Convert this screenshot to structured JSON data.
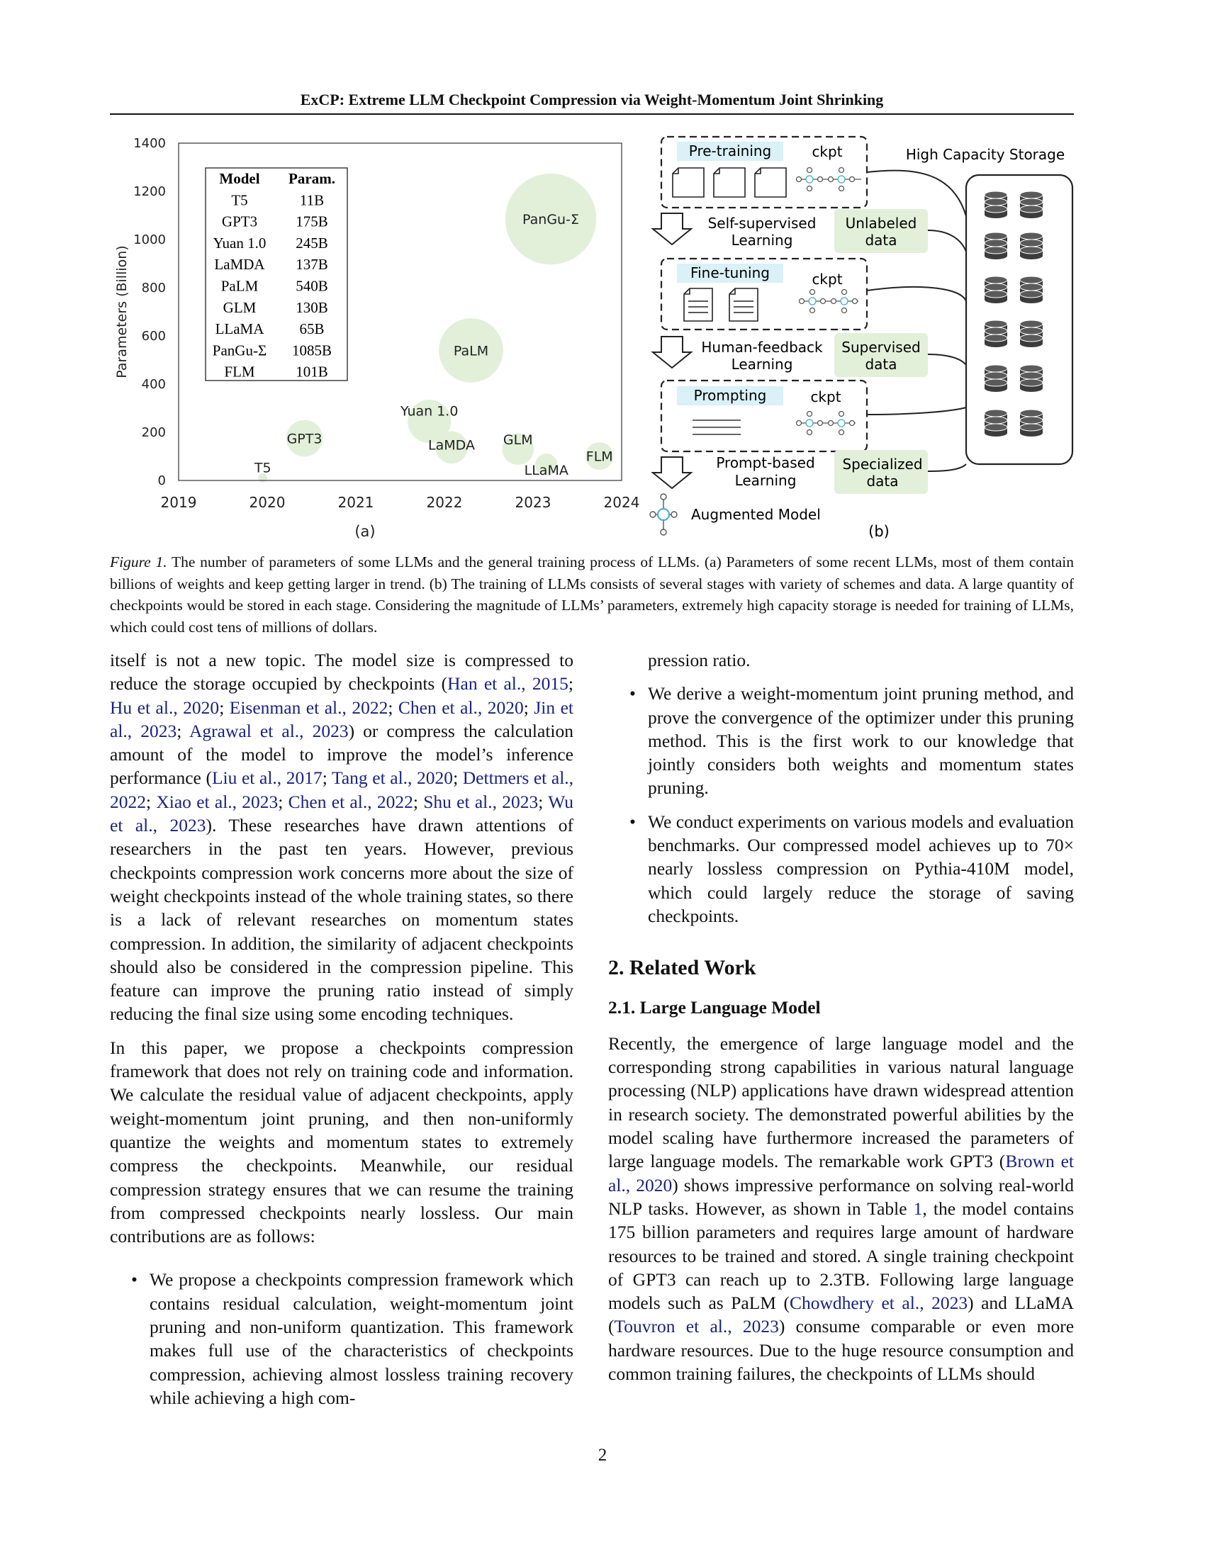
{
  "header": {
    "title": "ExCP: Extreme LLM Checkpoint Compression via Weight-Momentum Joint Shrinking"
  },
  "figure_a": {
    "ylabel": "Parameters (Billion)",
    "subcaption": "(a)",
    "table": {
      "headers": [
        "Model",
        "Param."
      ],
      "rows": [
        [
          "T5",
          "11B"
        ],
        [
          "GPT3",
          "175B"
        ],
        [
          "Yuan 1.0",
          "245B"
        ],
        [
          "LaMDA",
          "137B"
        ],
        [
          "PaLM",
          "540B"
        ],
        [
          "GLM",
          "130B"
        ],
        [
          "LLaMA",
          "65B"
        ],
        [
          "PanGu-Σ",
          "1085B"
        ],
        [
          "FLM",
          "101B"
        ]
      ]
    }
  },
  "chart_data": {
    "type": "scatter",
    "title": "",
    "xlabel": "",
    "ylabel": "Parameters (Billion)",
    "xlim": [
      2019,
      2024
    ],
    "ylim": [
      0,
      1400
    ],
    "xticks": [
      "2019",
      "2020",
      "2021",
      "2022",
      "2023",
      "2024"
    ],
    "yticks": [
      "0",
      "200",
      "400",
      "600",
      "800",
      "1000",
      "1200",
      "1400"
    ],
    "grid": false,
    "bubble_color": "#e2f0d9",
    "points": [
      {
        "label": "T5",
        "x": 2019.95,
        "y": 11
      },
      {
        "label": "GPT3",
        "x": 2020.42,
        "y": 175
      },
      {
        "label": "Yuan 1.0",
        "x": 2021.83,
        "y": 245
      },
      {
        "label": "LaMDA",
        "x": 2022.08,
        "y": 137
      },
      {
        "label": "PaLM",
        "x": 2022.3,
        "y": 540
      },
      {
        "label": "GLM",
        "x": 2022.83,
        "y": 130
      },
      {
        "label": "LLaMA",
        "x": 2023.15,
        "y": 65
      },
      {
        "label": "PanGu-Σ",
        "x": 2023.2,
        "y": 1085
      },
      {
        "label": "FLM",
        "x": 2023.75,
        "y": 101
      }
    ]
  },
  "figure_b": {
    "subcaption": "(b)",
    "storage_label": "High Capacity Storage",
    "ckpt_label": "ckpt",
    "stages": [
      {
        "name": "Pre-training",
        "arrow_label_1": "Self-supervised",
        "arrow_label_2": "Learning",
        "data_label_1": "Unlabeled",
        "data_label_2": "data"
      },
      {
        "name": "Fine-tuning",
        "arrow_label_1": "Human-feedback",
        "arrow_label_2": "Learning",
        "data_label_1": "Supervised",
        "data_label_2": "data"
      },
      {
        "name": "Prompting",
        "arrow_label_1": "Prompt-based",
        "arrow_label_2": "Learning",
        "data_label_1": "Specialized",
        "data_label_2": "data"
      }
    ],
    "output_label": "Augmented Model",
    "accent_blue": "#d9f1f7",
    "accent_green": "#e2f0d9"
  },
  "caption": {
    "figure": "Figure 1.",
    "text": " The number of parameters of some LLMs and the general training process of LLMs. (a) Parameters of some recent LLMs, most of them contain billions of weights and keep getting larger in trend. (b) The training of LLMs consists of several stages with variety of schemes and data. A large quantity of checkpoints would be stored in each stage. Considering the magnitude of LLMs’ parameters, extremely high capacity storage is needed for training of LLMs, which could cost tens of millions of dollars."
  },
  "left": {
    "p1_a": "itself is not a new topic. The model size is compressed to reduce the storage occupied by checkpoints (",
    "c1": "Han et al., 2015",
    "s1": "; ",
    "c2": "Hu et al., 2020",
    "s2": "; ",
    "c3": "Eisenman et al., 2022",
    "s3": "; ",
    "c4": "Chen et al., 2020",
    "s4": "; ",
    "c5": "Jin et al., 2023",
    "s5": "; ",
    "c6": "Agrawal et al., 2023",
    "p1_b": ") or compress the calculation amount of the model to improve the model’s inference performance (",
    "c7": "Liu et al., 2017",
    "s7": "; ",
    "c8": "Tang et al., 2020",
    "s8": "; ",
    "c9": "Dettmers et al., 2022",
    "s9": "; ",
    "c10": "Xiao et al., 2023",
    "s10": "; ",
    "c11": "Chen et al., 2022",
    "s11": "; ",
    "c12": "Shu et al., 2023",
    "s12": "; ",
    "c13": "Wu et al., 2023",
    "p1_c": "). These researches have drawn attentions of researchers in the past ten years. However, previous checkpoints compression work concerns more about the size of weight checkpoints instead of the whole training states, so there is a lack of relevant researches on momentum states compression. In addition, the similarity of adjacent checkpoints should also be considered in the compression pipeline. This feature can improve the pruning ratio instead of simply reducing the final size using some encoding techniques.",
    "p2": "In this paper, we propose a checkpoints compression framework that does not rely on training code and information. We calculate the residual value of adjacent checkpoints, apply weight-momentum joint pruning, and then non-uniformly quantize the weights and momentum states to extremely compress the checkpoints. Meanwhile, our residual compression strategy ensures that we can resume the training from compressed checkpoints nearly lossless. Our main contributions are as follows:",
    "bullet1": "We propose a checkpoints compression framework which contains residual calculation, weight-momentum joint pruning and non-uniform quantization. This framework makes full use of the characteristics of checkpoints compression, achieving almost lossless training recovery while achieving a high com-"
  },
  "right": {
    "cont": "pression ratio.",
    "bullet2": "We derive a weight-momentum joint pruning method, and prove the convergence of the optimizer under this pruning method. This is the first work to our knowledge that jointly considers both weights and momentum states pruning.",
    "bullet3": "We conduct experiments on various models and evaluation benchmarks. Our compressed model achieves up to 70× nearly lossless compression on Pythia-410M model, which could largely reduce the storage of saving checkpoints.",
    "section": "2. Related Work",
    "subsection": "2.1. Large Language Model",
    "p_a": "Recently, the emergence of large language model and the corresponding strong capabilities in various natural language processing (NLP) applications have drawn widespread attention in research society. The demonstrated powerful abilities by the model scaling have furthermore increased the parameters of large language models. The remarkable work GPT3 (",
    "c1": "Brown et al., 2020",
    "p_b": ") shows impressive performance on solving real-world NLP tasks. However, as shown in Table ",
    "c2": "1",
    "p_c": ", the model contains 175 billion parameters and requires large amount of hardware resources to be trained and stored. A single training checkpoint of GPT3 can reach up to 2.3TB. Following large language models such as PaLM (",
    "c3": "Chowdhery et al., 2023",
    "p_d": ") and LLaMA (",
    "c4": "Touvron et al., 2023",
    "p_e": ") consume comparable or even more hardware resources. Due to the huge resource consumption and common training failures, the checkpoints of LLMs should"
  },
  "page_number": "2"
}
